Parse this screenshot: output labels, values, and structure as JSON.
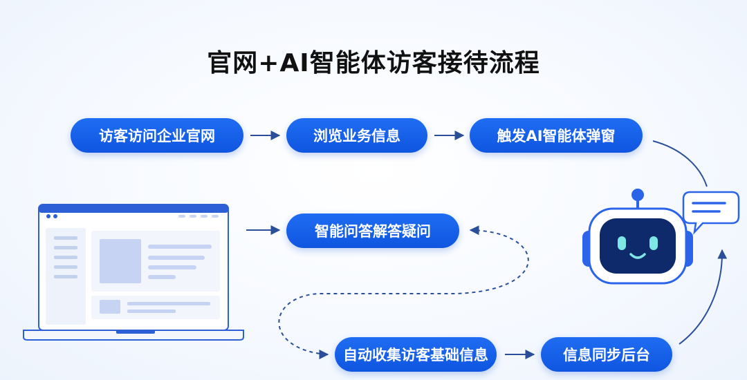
{
  "title": "官网+AI智能体访客接待流程",
  "steps": [
    {
      "label": "访客访问企业官网"
    },
    {
      "label": "浏览业务信息"
    },
    {
      "label": "触发AI智能体弹窗"
    },
    {
      "label": "智能问答解答疑问"
    },
    {
      "label": "自动收集访客基础信息"
    },
    {
      "label": "信息同步后台"
    }
  ],
  "colors": {
    "accent": "#1a62ec",
    "arrow": "#2a4f98",
    "title": "#111111",
    "robot_face": "#0f2a6b",
    "robot_eyes": "#7fe6e6"
  },
  "icons": [
    "laptop-icon",
    "robot-icon",
    "chat-bubble-icon"
  ]
}
